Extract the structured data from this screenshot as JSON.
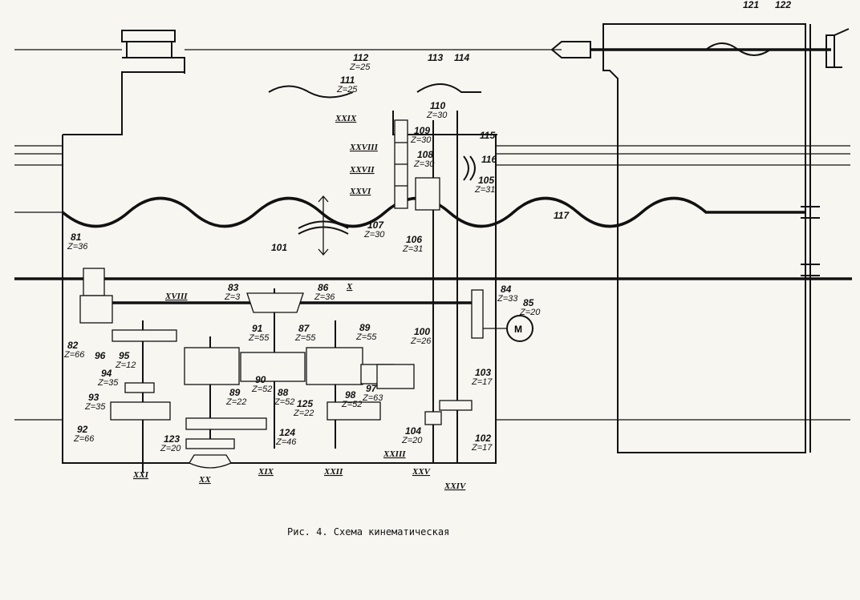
{
  "caption": "Рис. 4. Схема кинематическая",
  "motor_symbol": "M",
  "parts": [
    {
      "id": "81",
      "num": "81",
      "z": "Z=36"
    },
    {
      "id": "82",
      "num": "82",
      "z": "Z=66"
    },
    {
      "id": "83",
      "num": "83",
      "z": "Z=3"
    },
    {
      "id": "84",
      "num": "84",
      "z": "Z=33"
    },
    {
      "id": "85",
      "num": "85",
      "z": "Z=20"
    },
    {
      "id": "86",
      "num": "86",
      "z": "Z=36"
    },
    {
      "id": "87",
      "num": "87",
      "z": "Z=55"
    },
    {
      "id": "88",
      "num": "88",
      "z": "Z=52"
    },
    {
      "id": "89",
      "num": "89",
      "z": "Z=55"
    },
    {
      "id": "89b",
      "num": "89",
      "z": "Z=22"
    },
    {
      "id": "90",
      "num": "90",
      "z": "Z=52"
    },
    {
      "id": "91",
      "num": "91",
      "z": "Z=55"
    },
    {
      "id": "92",
      "num": "92",
      "z": "Z=66"
    },
    {
      "id": "93",
      "num": "93",
      "z": "Z=35"
    },
    {
      "id": "94",
      "num": "94",
      "z": "Z=35"
    },
    {
      "id": "95",
      "num": "95",
      "z": "Z=12"
    },
    {
      "id": "96",
      "num": "96",
      "z": ""
    },
    {
      "id": "97",
      "num": "97",
      "z": "Z=63"
    },
    {
      "id": "98",
      "num": "98",
      "z": "Z=52"
    },
    {
      "id": "100",
      "num": "100",
      "z": "Z=26"
    },
    {
      "id": "101",
      "num": "101",
      "z": ""
    },
    {
      "id": "102",
      "num": "102",
      "z": "Z=17"
    },
    {
      "id": "103",
      "num": "103",
      "z": "Z=17"
    },
    {
      "id": "104",
      "num": "104",
      "z": "Z=20"
    },
    {
      "id": "105",
      "num": "105",
      "z": "Z=31"
    },
    {
      "id": "106",
      "num": "106",
      "z": "Z=31"
    },
    {
      "id": "107",
      "num": "107",
      "z": "Z=30"
    },
    {
      "id": "108",
      "num": "108",
      "z": "Z=30"
    },
    {
      "id": "109",
      "num": "109",
      "z": "Z=30"
    },
    {
      "id": "110",
      "num": "110",
      "z": "Z=30"
    },
    {
      "id": "111",
      "num": "111",
      "z": "Z=25"
    },
    {
      "id": "112",
      "num": "112",
      "z": "Z=25"
    },
    {
      "id": "113",
      "num": "113",
      "z": ""
    },
    {
      "id": "114",
      "num": "114",
      "z": ""
    },
    {
      "id": "115",
      "num": "115",
      "z": ""
    },
    {
      "id": "116",
      "num": "116",
      "z": ""
    },
    {
      "id": "117",
      "num": "117",
      "z": ""
    },
    {
      "id": "121",
      "num": "121",
      "z": ""
    },
    {
      "id": "122",
      "num": "122",
      "z": ""
    },
    {
      "id": "123",
      "num": "123",
      "z": "Z=20"
    },
    {
      "id": "124",
      "num": "124",
      "z": "Z=46"
    },
    {
      "id": "125",
      "num": "125",
      "z": "Z=22"
    }
  ],
  "shafts": [
    {
      "id": "X",
      "label": "X"
    },
    {
      "id": "XVIII",
      "label": "XVIII"
    },
    {
      "id": "XIX",
      "label": "XIX"
    },
    {
      "id": "XX",
      "label": "XX"
    },
    {
      "id": "XXI",
      "label": "XXI"
    },
    {
      "id": "XXII",
      "label": "XXII"
    },
    {
      "id": "XXIII",
      "label": "XXIII"
    },
    {
      "id": "XXIV",
      "label": "XXIV"
    },
    {
      "id": "XXV",
      "label": "XXV"
    },
    {
      "id": "XXVI",
      "label": "XXVI"
    },
    {
      "id": "XXVII",
      "label": "XXVII"
    },
    {
      "id": "XXVIII",
      "label": "XXVIII"
    },
    {
      "id": "XXIX",
      "label": "XXIX"
    }
  ]
}
